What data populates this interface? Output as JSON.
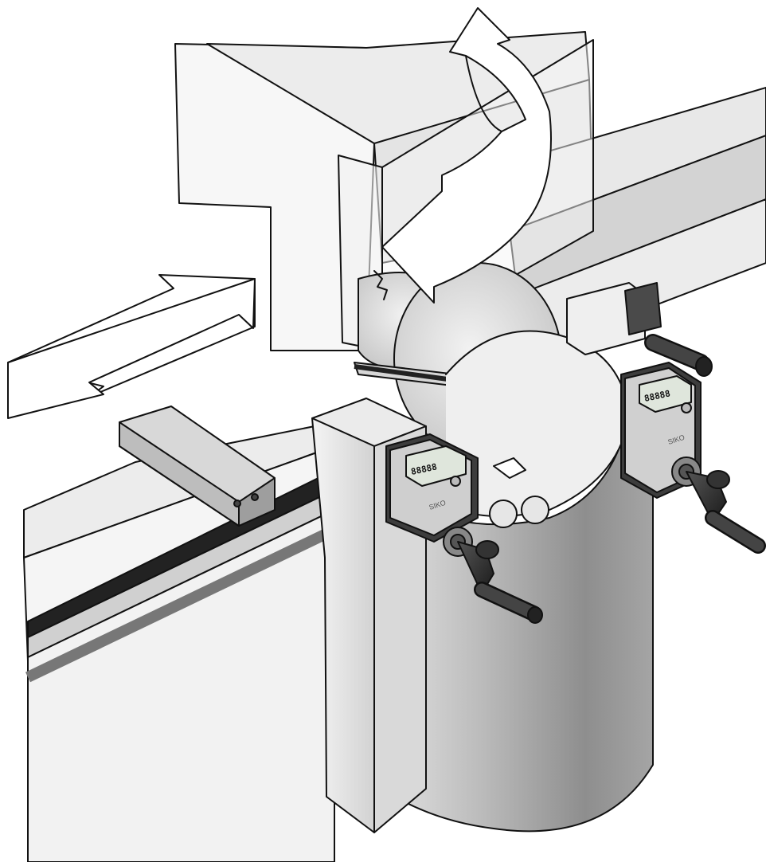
{
  "illustration": {
    "digital_positioner_left": {
      "display": "88888",
      "plate": "SIKO"
    },
    "digital_positioner_right": {
      "display": "88888",
      "plate": "SIKO"
    }
  },
  "colors": {
    "outline": "#111111",
    "body_light": "#f2f2f2",
    "body_mid": "#d6d6d6",
    "body_dark": "#a8a8a8",
    "steel": "#bfbfbf",
    "rail_black": "#222222",
    "display_green": "#dfe6dc"
  }
}
